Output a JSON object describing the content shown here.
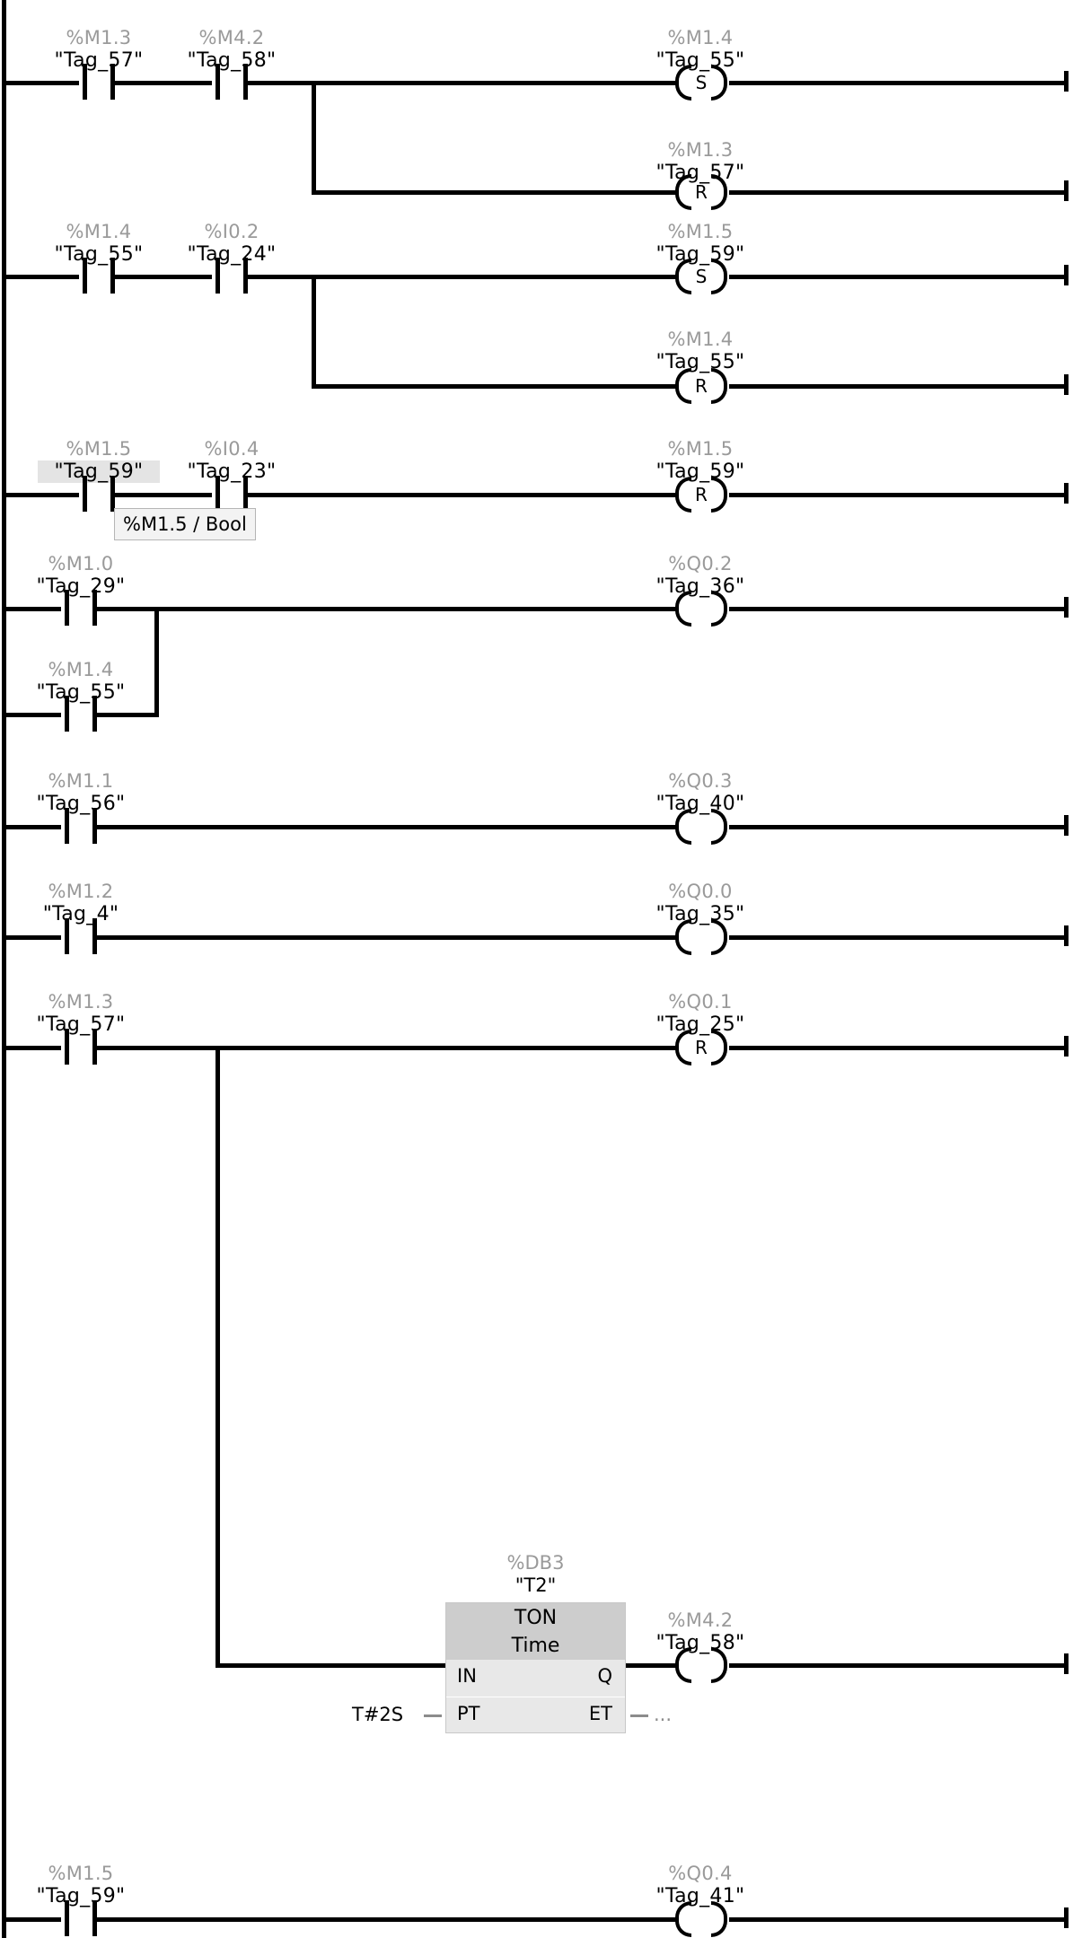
{
  "editor": {
    "language": "LAD",
    "colors": {
      "wire": "#000000",
      "address_text": "#9a9a9a",
      "tag_text": "#000000",
      "block_header": "#cdcdcd",
      "block_body": "#e8e8e8",
      "highlight": "#e4e4e4",
      "tooltip_bg": "#f3f3f3"
    }
  },
  "tooltip": {
    "text": "%M1.5 / Bool"
  },
  "networks": [
    {
      "id": "rung-1",
      "contacts": [
        {
          "address": "%M1.3",
          "tag": "\"Tag_57\"",
          "type": "no-contact"
        },
        {
          "address": "%M4.2",
          "tag": "\"Tag_58\"",
          "type": "no-contact"
        }
      ],
      "coils": [
        {
          "address": "%M1.4",
          "tag": "\"Tag_55\"",
          "type": "set-coil",
          "marker": "S"
        },
        {
          "address": "%M1.3",
          "tag": "\"Tag_57\"",
          "type": "reset-coil",
          "marker": "R"
        }
      ]
    },
    {
      "id": "rung-2",
      "contacts": [
        {
          "address": "%M1.4",
          "tag": "\"Tag_55\"",
          "type": "no-contact"
        },
        {
          "address": "%I0.2",
          "tag": "\"Tag_24\"",
          "type": "no-contact"
        }
      ],
      "coils": [
        {
          "address": "%M1.5",
          "tag": "\"Tag_59\"",
          "type": "set-coil",
          "marker": "S"
        },
        {
          "address": "%M1.4",
          "tag": "\"Tag_55\"",
          "type": "reset-coil",
          "marker": "R"
        }
      ]
    },
    {
      "id": "rung-3",
      "contacts": [
        {
          "address": "%M1.5",
          "tag": "\"Tag_59\"",
          "type": "no-contact",
          "highlighted": true
        },
        {
          "address": "%I0.4",
          "tag": "\"Tag_23\"",
          "type": "no-contact"
        }
      ],
      "coils": [
        {
          "address": "%M1.5",
          "tag": "\"Tag_59\"",
          "type": "reset-coil",
          "marker": "R"
        }
      ]
    },
    {
      "id": "rung-4",
      "contacts": [
        {
          "address": "%M1.0",
          "tag": "\"Tag_29\"",
          "type": "no-contact"
        },
        {
          "address": "%M1.4",
          "tag": "\"Tag_55\"",
          "type": "no-contact",
          "branch": true
        }
      ],
      "coils": [
        {
          "address": "%Q0.2",
          "tag": "\"Tag_36\"",
          "type": "output-coil",
          "marker": ""
        }
      ]
    },
    {
      "id": "rung-5",
      "contacts": [
        {
          "address": "%M1.1",
          "tag": "\"Tag_56\"",
          "type": "no-contact"
        }
      ],
      "coils": [
        {
          "address": "%Q0.3",
          "tag": "\"Tag_40\"",
          "type": "output-coil",
          "marker": ""
        }
      ]
    },
    {
      "id": "rung-6",
      "contacts": [
        {
          "address": "%M1.2",
          "tag": "\"Tag_4\"",
          "type": "no-contact"
        }
      ],
      "coils": [
        {
          "address": "%Q0.0",
          "tag": "\"Tag_35\"",
          "type": "output-coil",
          "marker": ""
        }
      ]
    },
    {
      "id": "rung-7",
      "contacts": [
        {
          "address": "%M1.3",
          "tag": "\"Tag_57\"",
          "type": "no-contact"
        }
      ],
      "coils": [
        {
          "address": "%Q0.1",
          "tag": "\"Tag_25\"",
          "type": "reset-coil",
          "marker": "R"
        },
        {
          "address": "%M4.2",
          "tag": "\"Tag_58\"",
          "type": "output-coil",
          "marker": ""
        }
      ],
      "block": {
        "instance_address": "%DB3",
        "instance_name": "\"T2\"",
        "type": "TON",
        "data_type": "Time",
        "input_pins": [
          "IN",
          "PT"
        ],
        "output_pins": [
          "Q",
          "ET"
        ],
        "pt_value": "T#2S",
        "et_value": "..."
      }
    },
    {
      "id": "rung-8",
      "contacts": [
        {
          "address": "%M1.5",
          "tag": "\"Tag_59\"",
          "type": "no-contact"
        }
      ],
      "coils": [
        {
          "address": "%Q0.4",
          "tag": "\"Tag_41\"",
          "type": "output-coil",
          "marker": ""
        }
      ]
    }
  ]
}
